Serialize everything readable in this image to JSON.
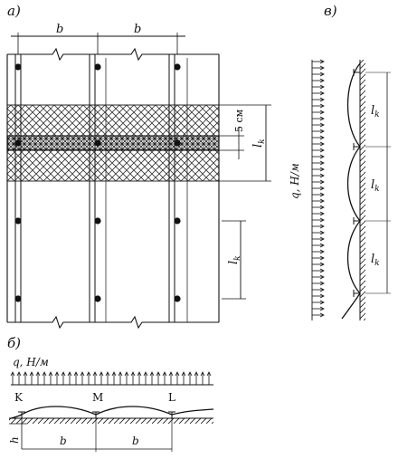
{
  "panels": {
    "a": "а)",
    "b": "б)",
    "c": "в)"
  },
  "dims": {
    "b": "b",
    "lk": "l",
    "lk_sub": "k",
    "five_cm": "5 см",
    "h": "h"
  },
  "load": {
    "q_label": "q, Н/м"
  },
  "points": {
    "K": "K",
    "M": "M",
    "L": "L"
  }
}
